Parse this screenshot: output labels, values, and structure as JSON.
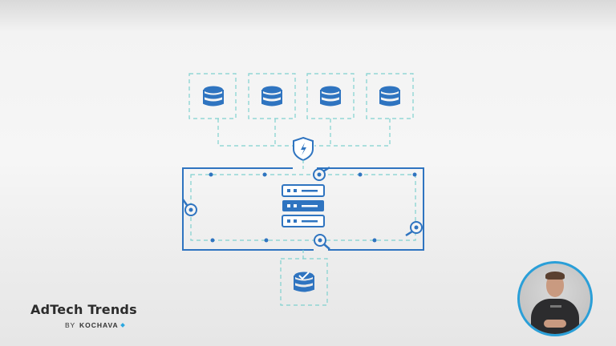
{
  "brand": {
    "title": "AdTech Trends",
    "by": "BY",
    "company": "KOCHAVA"
  },
  "colors": {
    "accent": "#2f74c0",
    "dash": "#7fd1cf",
    "brand_dot": "#2aa8e0",
    "presenter_ring": "#2a9fd8"
  },
  "diagram": {
    "top_databases": [
      "database-icon",
      "database-icon",
      "database-icon",
      "database-icon"
    ],
    "shield_icon": "shield-bolt-icon",
    "center_icon": "server-stack-icon",
    "bottom_icon": "database-check-icon",
    "magnifier_icon": "magnifier-icon"
  },
  "presenter": {
    "icon": "presenter-avatar"
  }
}
